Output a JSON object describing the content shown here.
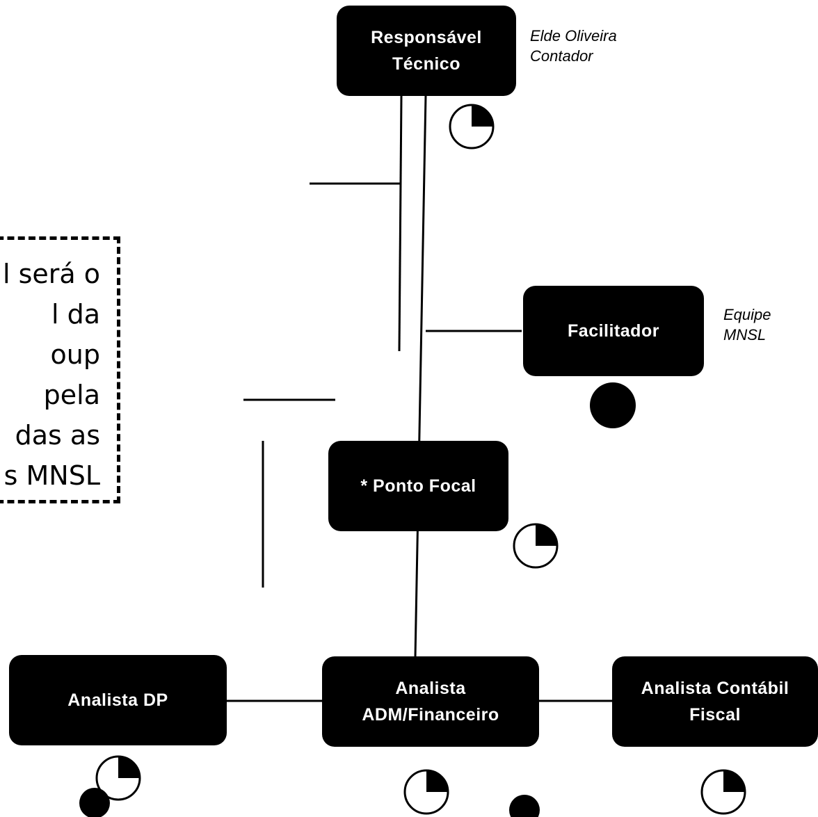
{
  "nodes": {
    "responsavel": {
      "line1": "Responsável",
      "line2": "Técnico"
    },
    "facilitador": {
      "label": "Facilitador"
    },
    "ponto_focal": {
      "label": "* Ponto Focal"
    },
    "analista_dp": {
      "label": "Analista DP"
    },
    "analista_adm": {
      "line1": "Analista",
      "line2": "ADM/Financeiro"
    },
    "analista_contabil": {
      "line1": "Analista Contábil",
      "line2": "Fiscal"
    }
  },
  "notes": {
    "responsavel": {
      "line1": "Elde Oliveira",
      "line2": "Contador"
    },
    "facilitador": {
      "line1": "Equipe",
      "line2": "MNSL"
    }
  },
  "dashed_box": {
    "lines": [
      "l será o",
      "l da",
      "oup",
      "pela",
      "das as",
      "s MNSL"
    ]
  },
  "indicators": {
    "responsavel": "quarter",
    "facilitador": "full",
    "ponto_focal": "quarter",
    "analista_dp": "quarter",
    "analista_adm": "quarter",
    "analista_contabil": "quarter"
  },
  "colors": {
    "box": "#000000",
    "text": "#ffffff"
  }
}
